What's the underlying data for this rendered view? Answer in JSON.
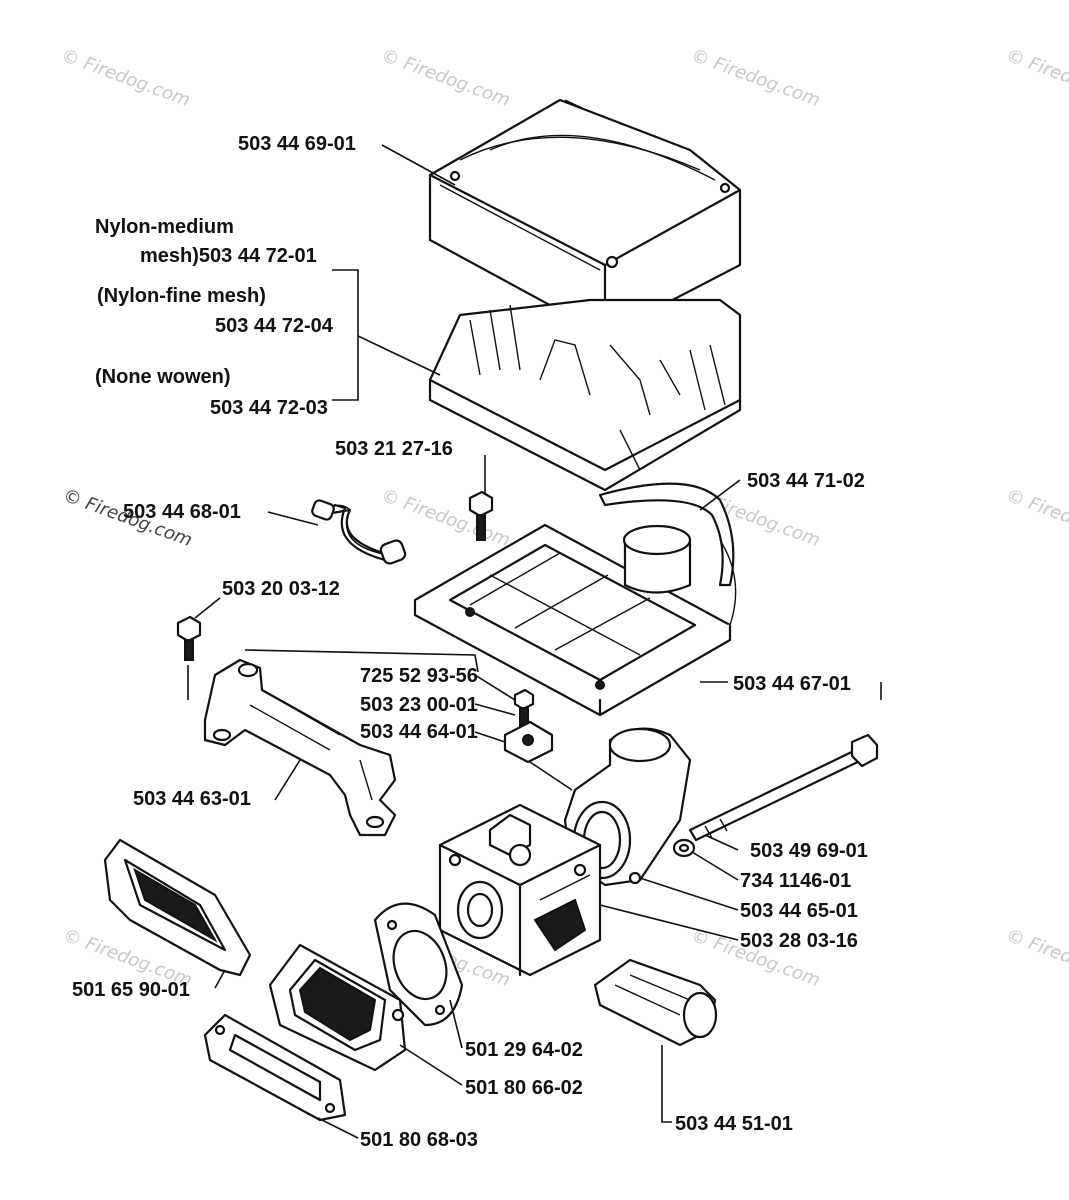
{
  "watermark": "© Firedog.com",
  "labels": {
    "air_filter_cover": "503 44 69-01",
    "nylon_medium_title": "Nylon-medium",
    "nylon_medium_part": "mesh)503 44 72-01",
    "nylon_fine_title": "(Nylon-fine mesh)",
    "nylon_fine_part": "503 44 72-04",
    "none_woven_title": "(None wowen)",
    "none_woven_part": "503 44 72-03",
    "screw_top": "503 21 27-16",
    "strip": "503 44 71-02",
    "hose": "503 44 68-01",
    "screw_left": "503 20 03-12",
    "washer_1": "725 52 93-56",
    "screw_mid": "503 23 00-01",
    "nut": "503 44 64-01",
    "filter_holder": "503 44 67-01",
    "bracket": "503 44 63-01",
    "bolt": "503 49 69-01",
    "washer_2": "734 1146-01",
    "adapter": "503 44 65-01",
    "carburetor": "503 28 03-16",
    "intake_boot": "501 65 90-01",
    "gasket_round": "501 29 64-02",
    "intake_flange": "501 80 66-02",
    "gasket_flat": "501 80 68-03",
    "choke_part": "503 44 51-01"
  }
}
